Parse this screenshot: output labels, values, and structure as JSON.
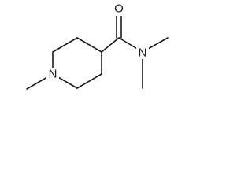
{
  "molecule": {
    "atoms": {
      "oxygen": "O",
      "amide_nitrogen": "N",
      "ring_nitrogen": "N"
    }
  },
  "colors": {
    "bond": "#1a1a1a",
    "background": "#ffffff"
  }
}
